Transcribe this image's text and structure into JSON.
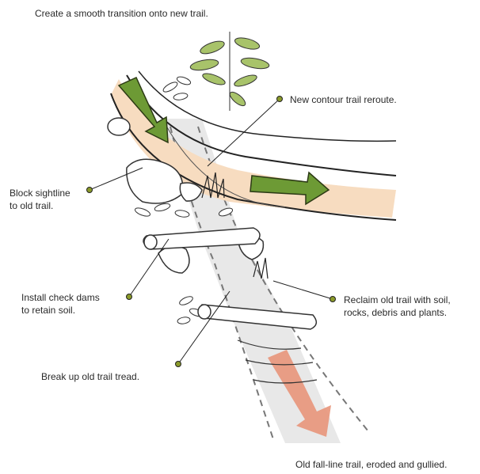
{
  "caption_top": "Create a smooth transition onto new trail.",
  "labels": {
    "new_reroute": "New contour trail reroute.",
    "block_sightline": [
      "Block sightline",
      "to old trail."
    ],
    "check_dams": [
      "Install check dams",
      "to retain soil."
    ],
    "reclaim": [
      "Reclaim old trail with soil,",
      "rocks, debris and plants."
    ],
    "break_tread": "Break up old trail tread.",
    "old_trail": "Old fall-line trail, eroded and gullied."
  },
  "colors": {
    "new_trail_fill": "#f7dcc0",
    "green_arrow": "#6d9a35",
    "red_arrow": "#e8957a",
    "callout_dot": "#8a9a2a",
    "old_trail_shade": "#e4e4e4"
  },
  "icons": [
    "plant-icon",
    "rock-icon",
    "log-check-dam-icon",
    "grass-tuft-icon",
    "leaf-debris-icon"
  ]
}
